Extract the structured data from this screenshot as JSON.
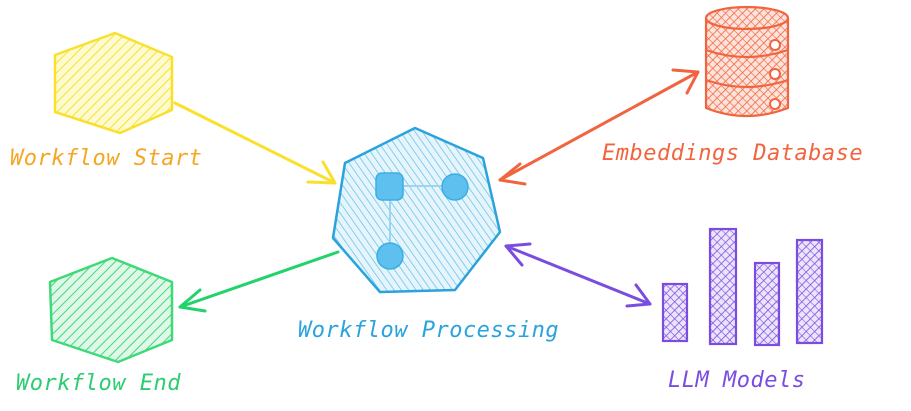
{
  "nodes": {
    "workflow_start": {
      "label": "Workflow Start",
      "color": "#f9e02c",
      "label_color": "#f5a623"
    },
    "workflow_end": {
      "label": "Workflow End",
      "color": "#3fd97a",
      "label_color": "#2ecc71"
    },
    "workflow_processing": {
      "label": "Workflow Processing",
      "color": "#2aa3dc",
      "label_color": "#2aa3dc"
    },
    "embeddings_database": {
      "label": "Embeddings Database",
      "color": "#f0653f",
      "label_color": "#f0653f"
    },
    "llm_models": {
      "label": "LLM Models",
      "color": "#7a4de0",
      "label_color": "#7a4de0"
    }
  },
  "edges": [
    {
      "from": "workflow_start",
      "to": "workflow_processing",
      "direction": "forward",
      "color": "#f9e02c"
    },
    {
      "from": "workflow_processing",
      "to": "workflow_end",
      "direction": "forward",
      "color": "#22d36b"
    },
    {
      "from": "workflow_processing",
      "to": "embeddings_database",
      "direction": "both",
      "color": "#f0653f"
    },
    {
      "from": "workflow_processing",
      "to": "llm_models",
      "direction": "both",
      "color": "#7a4de0"
    }
  ],
  "icons": {
    "workflow_start": "hexagon-icon",
    "workflow_end": "hexagon-icon",
    "workflow_processing": "heptagon-workflow-icon",
    "embeddings_database": "database-cylinder-icon",
    "llm_models": "bar-chart-icon"
  }
}
